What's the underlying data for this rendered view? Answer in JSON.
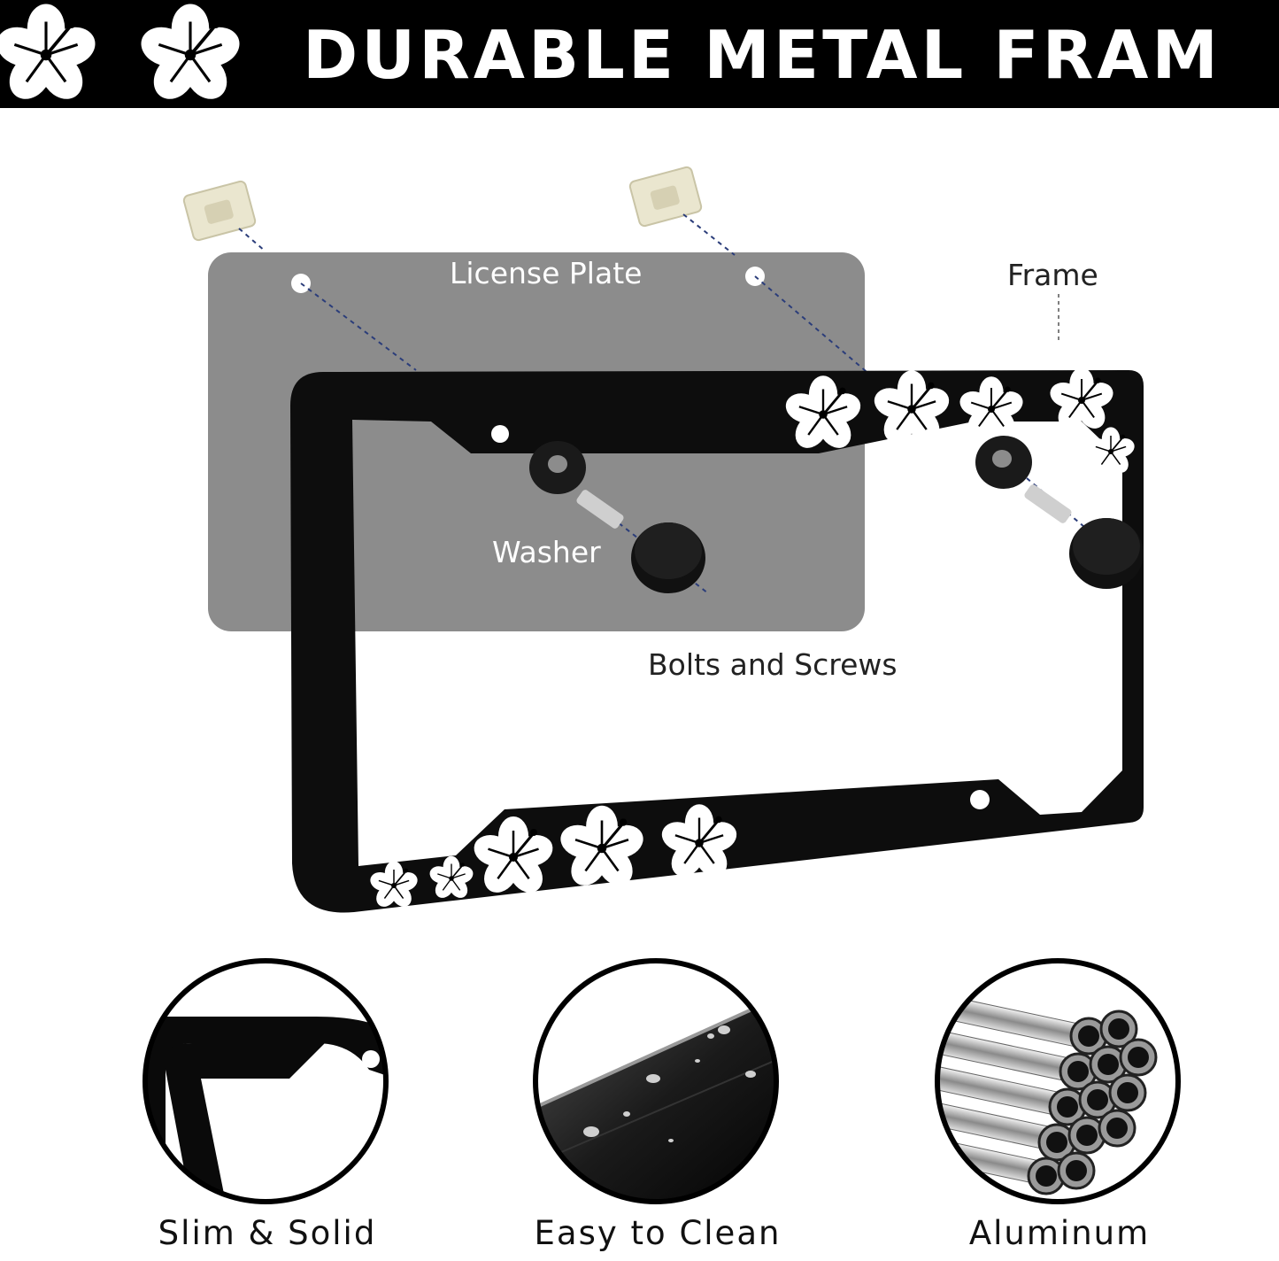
{
  "banner": {
    "title": "DURABLE METAL FRAM",
    "icons": [
      "hibiscus-flower-icon",
      "hibiscus-flower-icon"
    ]
  },
  "diagram": {
    "plate_label": "License Plate",
    "frame_label": "Frame",
    "washer_label": "Washer",
    "bolts_label": "Bolts and Screws"
  },
  "features": [
    {
      "label": "Slim & Solid",
      "icon": "frame-corner-closeup"
    },
    {
      "label": "Easy to Clean",
      "icon": "water-droplets-closeup"
    },
    {
      "label": "Aluminum",
      "icon": "aluminum-tubes-closeup"
    }
  ],
  "colors": {
    "banner_bg": "#000000",
    "plate_gray": "#8c8c8c",
    "frame_black": "#0d0d0d",
    "flower_white": "#ffffff"
  }
}
